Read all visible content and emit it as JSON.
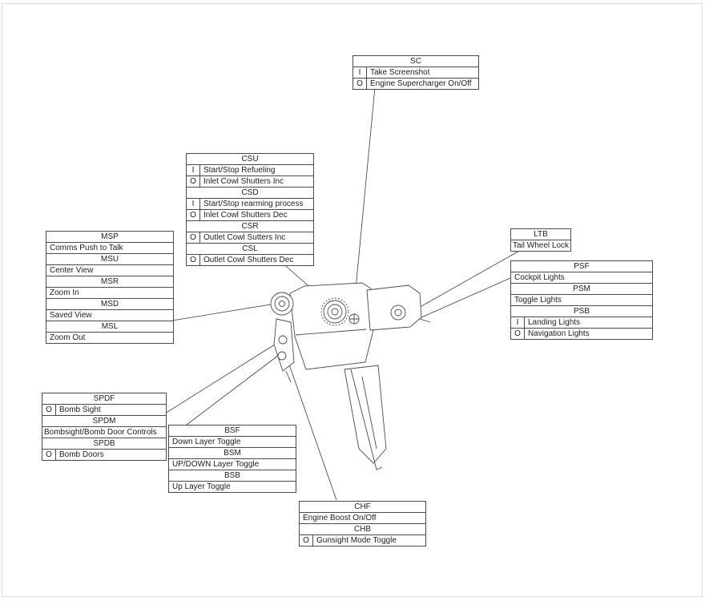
{
  "tables": {
    "sc": {
      "sections": [
        {
          "header": "SC",
          "rows": [
            {
              "key": "I",
              "label": "Take Screenshot"
            },
            {
              "key": "O",
              "label": "Engine Supercharger On/Off"
            }
          ]
        }
      ]
    },
    "cs": {
      "sections": [
        {
          "header": "CSU",
          "rows": [
            {
              "key": "I",
              "label": "Start/Stop Refueling"
            },
            {
              "key": "O",
              "label": "Inlet Cowl Shutters Inc"
            }
          ]
        },
        {
          "header": "CSD",
          "rows": [
            {
              "key": "I",
              "label": "Start/Stop rearming process"
            },
            {
              "key": "O",
              "label": "Inlet Cowl Shutters Dec"
            }
          ]
        },
        {
          "header": "CSR",
          "rows": [
            {
              "key": "O",
              "label": "Outlet Cowl Sutters Inc"
            }
          ]
        },
        {
          "header": "CSL",
          "rows": [
            {
              "key": "O",
              "label": "Outlet Cowl Shutters Dec"
            }
          ]
        }
      ]
    },
    "ms": {
      "sections": [
        {
          "header": "MSP",
          "rows": [
            {
              "label": "Comms Push to Talk"
            }
          ]
        },
        {
          "header": "MSU",
          "rows": [
            {
              "label": "Center View"
            }
          ]
        },
        {
          "header": "MSR",
          "rows": [
            {
              "label": "Zoom In"
            }
          ]
        },
        {
          "header": "MSD",
          "rows": [
            {
              "label": "Saved View"
            }
          ]
        },
        {
          "header": "MSL",
          "rows": [
            {
              "label": "Zoom Out"
            }
          ]
        }
      ]
    },
    "ltb": {
      "sections": [
        {
          "header": "LTB",
          "rows": [
            {
              "label": "Tail Wheel Lock"
            }
          ]
        }
      ]
    },
    "ps": {
      "sections": [
        {
          "header": "PSF",
          "rows": [
            {
              "label": "Cockpit Lights"
            }
          ]
        },
        {
          "header": "PSM",
          "rows": [
            {
              "label": "Toggle Lights"
            }
          ]
        },
        {
          "header": "PSB",
          "rows": [
            {
              "key": "I",
              "label": "Landing Lights"
            },
            {
              "key": "O",
              "label": "Navigation Lights"
            }
          ]
        }
      ]
    },
    "spd": {
      "sections": [
        {
          "header": "SPDF",
          "rows": [
            {
              "key": "O",
              "label": "Bomb Sight"
            }
          ]
        },
        {
          "header": "SPDM",
          "rows": [
            {
              "label": "Bombsight/Bomb Door Controls"
            }
          ]
        },
        {
          "header": "SPDB",
          "rows": [
            {
              "key": "O",
              "label": "Bomb Doors"
            }
          ]
        }
      ]
    },
    "bs": {
      "sections": [
        {
          "header": "BSF",
          "rows": [
            {
              "label": "Down Layer Toggle"
            }
          ]
        },
        {
          "header": "BSM",
          "rows": [
            {
              "label": "UP/DOWN Layer Toggle"
            }
          ]
        },
        {
          "header": "BSB",
          "rows": [
            {
              "label": "Up Layer Toggle"
            }
          ]
        }
      ]
    },
    "ch": {
      "sections": [
        {
          "header": "CHF",
          "rows": [
            {
              "label": "Engine Boost On/Off"
            }
          ]
        },
        {
          "header": "CHB",
          "rows": [
            {
              "key": "O",
              "label": "Gunsight Mode Toggle"
            }
          ]
        }
      ]
    }
  },
  "colors": {
    "line": "#3a3a3a",
    "table_border": "#4a4a4a",
    "background": "#ffffff"
  }
}
